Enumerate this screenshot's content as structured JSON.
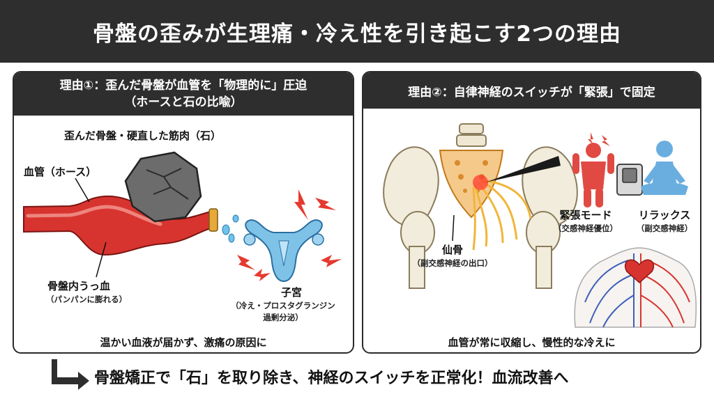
{
  "title": "骨盤の歪みが生理痛・冷え性を引き起こす2つの理由",
  "left_panel": {
    "heading_line1": "理由①：歪んだ骨盤が血管を「物理的に」圧迫",
    "heading_line2": "（ホースと石の比喩）",
    "stone_label": "歪んだ骨盤・硬直した筋肉（石）",
    "hose_label": "血管（ホース）",
    "congestion_label": "骨盤内うっ血",
    "congestion_sub": "（パンパンに膨れる）",
    "uterus_label": "子宮",
    "uterus_sub1": "（冷え・プロスタグランジン",
    "uterus_sub2": "過剰分泌）",
    "caption": "温かい血液が届かず、激痛の原因に"
  },
  "right_panel": {
    "heading": "理由②：自律神経のスイッチが「緊張」で固定",
    "sacrum_label": "仙骨",
    "sacrum_sub": "（副交感神経の出口）",
    "tense_label": "緊張モード",
    "tense_sub": "（交感神経優位）",
    "relax_label": "リラックス",
    "relax_sub": "（副交感神経）",
    "caption": "血管が常に収縮し、慢性的な冷えに"
  },
  "conclusion": "骨盤矯正で「石」を取り除き、神経のスイッチを正常化！血流改善へ",
  "colors": {
    "dark": "#2e2e2e",
    "vessel_red": "#d8342f",
    "uterus_blue": "#7fc2e8",
    "nerve_yellow": "#f2b53a",
    "tense_red": "#e04a43",
    "relax_blue": "#6aaee0"
  }
}
